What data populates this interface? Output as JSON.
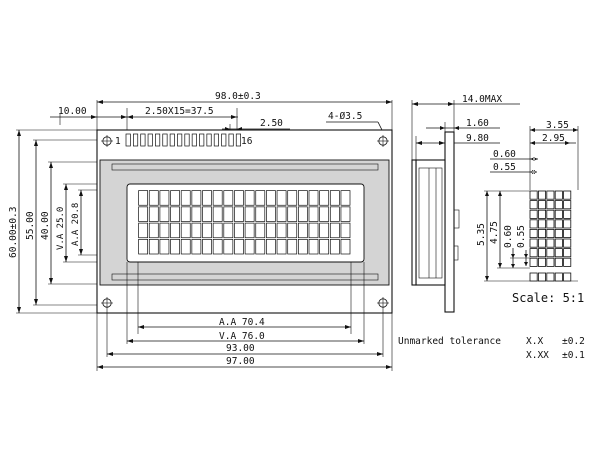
{
  "dimensions": {
    "overall_width": "98.0±0.3",
    "left_margin": "10.00",
    "pin_pitch": "2.50X15=37.5",
    "pin_spacing": "2.50",
    "hole_spec": "4-Ø3.5",
    "overall_height": "60.00±0.3",
    "bezel_height": "55.00",
    "inner_height": "40.00",
    "va_height": "V.A 25.0",
    "aa_height": "A.A 20.8",
    "aa_width": "A.A 70.4",
    "va_width": "V.A 76.0",
    "hole_pitch_width": "93.00",
    "board_width": "97.00"
  },
  "pins": {
    "first": "1",
    "last": "16"
  },
  "side_view": {
    "max_thickness": "14.0MAX",
    "pcb_thickness": "1.60",
    "module_depth": "9.80"
  },
  "char_detail": {
    "char_width": "3.55",
    "dot_area_width": "2.95",
    "dot_pitch": "0.60",
    "dot_size": "0.55",
    "char_height": "5.35",
    "dot_area_height": "4.75",
    "dot_pitch_v": "0.60",
    "dot_size_v": "0.55"
  },
  "notes": {
    "scale": "Scale: 5:1",
    "tolerance_label": "Unmarked tolerance",
    "tol1_fmt": "X.X",
    "tol1_val": "±0.2",
    "tol2_fmt": "X.XX",
    "tol2_val": "±0.1"
  }
}
